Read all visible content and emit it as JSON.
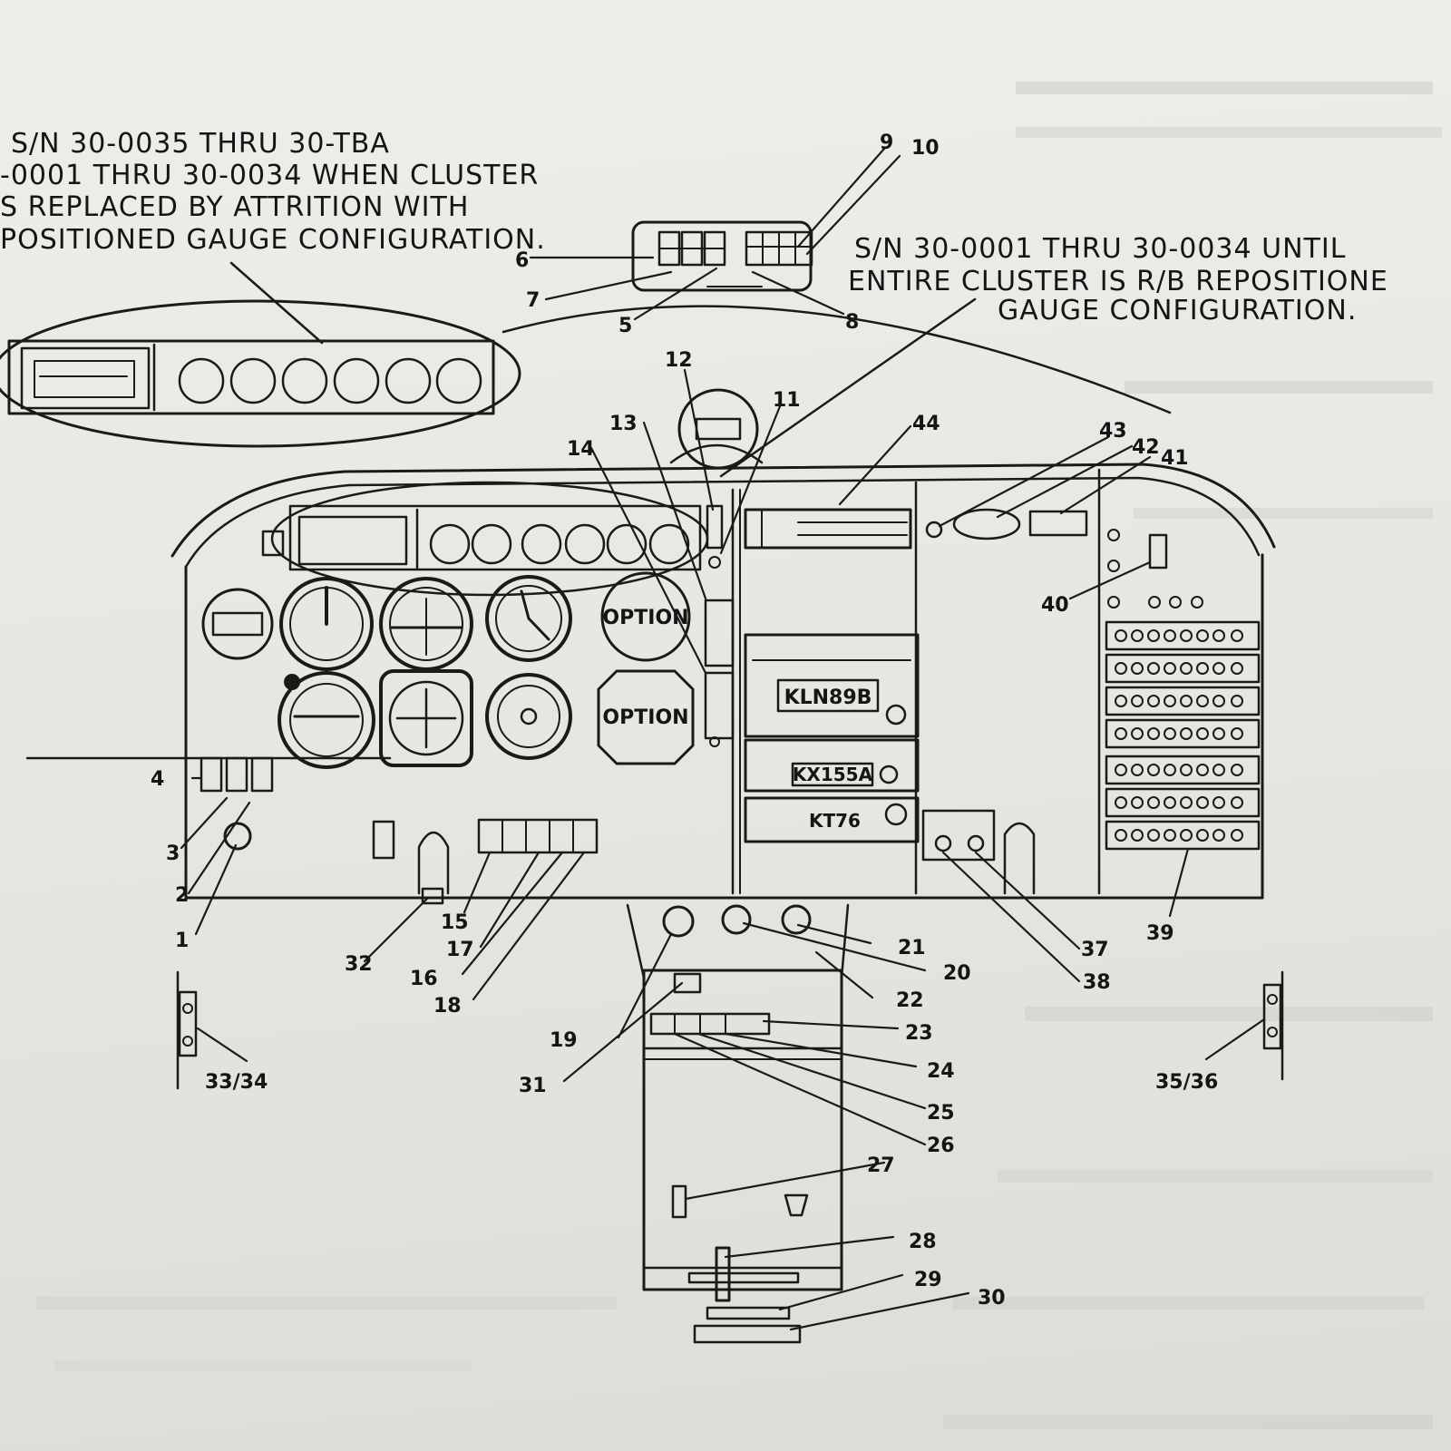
{
  "notes": {
    "left": [
      "S/N 30-0035 THRU 30-TBA",
      "-0001 THRU 30-0034 WHEN CLUSTER",
      "S REPLACED BY ATTRITION WITH",
      "POSITIONED GAUGE CONFIGURATION."
    ],
    "right": [
      "S/N 30-0001 THRU 30-0034 UNTIL",
      "ENTIRE CLUSTER IS R/B REPOSITIONE",
      "GAUGE CONFIGURATION."
    ]
  },
  "panel_labels": {
    "option_upper": "OPTION",
    "option_lower": "OPTION",
    "gps": "KLN89B",
    "nav_com": "KX155A",
    "transponder": "KT76"
  },
  "callouts": {
    "c1": "1",
    "c2": "2",
    "c3": "3",
    "c4": "4",
    "c5": "5",
    "c6": "6",
    "c7": "7",
    "c8": "8",
    "c9": "9",
    "c10": "10",
    "c11": "11",
    "c12": "12",
    "c13": "13",
    "c14": "14",
    "c15": "15",
    "c16": "16",
    "c17": "17",
    "c18": "18",
    "c19": "19",
    "c20": "20",
    "c21": "21",
    "c22": "22",
    "c23": "23",
    "c24": "24",
    "c25": "25",
    "c26": "26",
    "c27": "27",
    "c28": "28",
    "c29": "29",
    "c30": "30",
    "c31": "31",
    "c32": "32",
    "c33_34": "33/34",
    "c35_36": "35/36",
    "c37": "37",
    "c38": "38",
    "c39": "39",
    "c40": "40",
    "c41": "41",
    "c42": "42",
    "c43": "43",
    "c44": "44"
  }
}
